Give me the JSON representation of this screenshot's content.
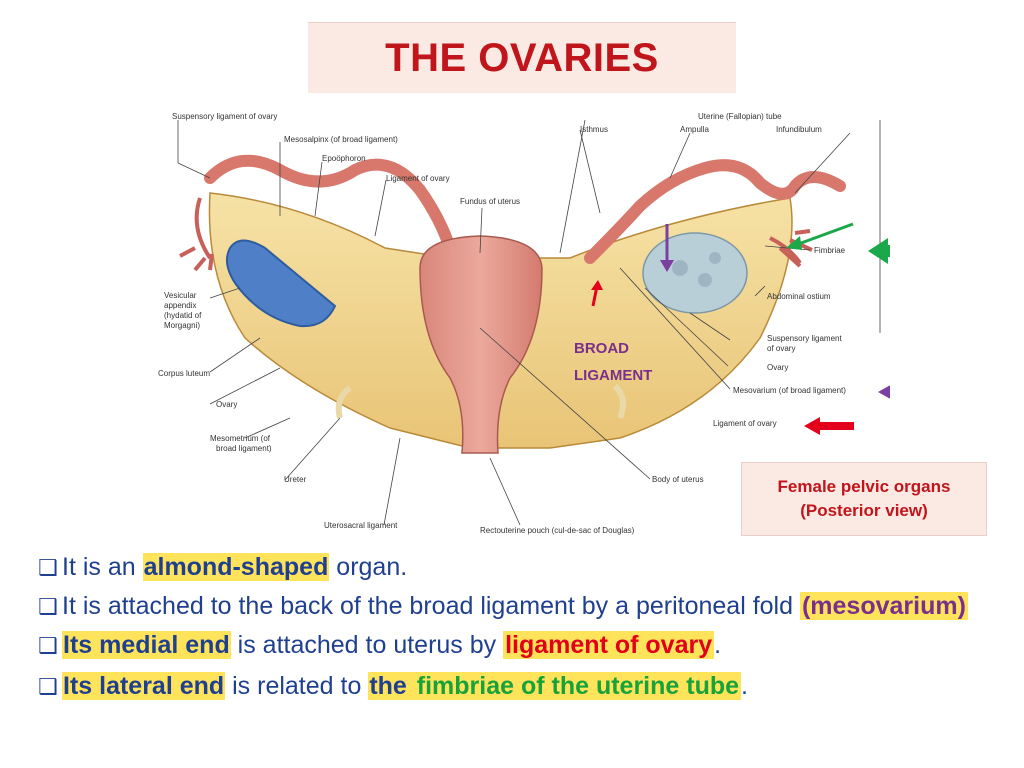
{
  "title": "THE OVARIES",
  "diagram": {
    "labels": {
      "suspensory_ligament_left": "Suspensory ligament of ovary",
      "mesosalpinx": "Mesosalpinx (of broad ligament)",
      "epoophoron": "Epoöphoron",
      "ligament_of_ovary_left": "Ligament of ovary",
      "fundus": "Fundus of uterus",
      "uterine_tube": "Uterine (Fallopian) tube",
      "isthmus": "Isthmus",
      "ampulla": "Ampulla",
      "infundibulum": "Infundibulum",
      "fimbriae": "Fimbriae",
      "abdominal_ostium": "Abdominal ostium",
      "suspensory_ligament_right_1": "Suspensory ligament",
      "suspensory_ligament_right_2": "of ovary",
      "ovary_right": "Ovary",
      "mesovarium": "Mesovarium (of broad ligament)",
      "ligament_of_ovary_right": "Ligament of ovary",
      "vesicular_1": "Vesicular",
      "vesicular_2": "appendix",
      "vesicular_3": "(hydatid of",
      "vesicular_4": "Morgagni)",
      "corpus_luteum": "Corpus luteum",
      "ovary_left": "Ovary",
      "mesometrium_1": "Mesometrium (of",
      "mesometrium_2": "broad ligament)",
      "ureter": "Ureter",
      "body_of_uterus": "Body of uterus",
      "uterosacral": "Uterosacral ligament",
      "rectouterine": "Rectouterine pouch (cul-de-sac of Douglas)"
    },
    "broad_ligament_line1": "BROAD",
    "broad_ligament_line2": "LIGAMENT",
    "colors": {
      "ovary_highlight": "#4f7fc7",
      "arrow_green": "#1aa84a",
      "arrow_purple": "#7b3fa0",
      "arrow_red": "#e2001a"
    }
  },
  "caption": {
    "line1": "Female pelvic organs",
    "line2": "(Posterior view)"
  },
  "bullets": {
    "b1": {
      "pre": "It is an ",
      "hl": "almond-shaped",
      "post": " organ."
    },
    "b2": {
      "pre": "It is attached to the back of the broad ligament by a peritoneal fold ",
      "hl": "(mesovarium)"
    },
    "b3": {
      "hl1": "Its medial end",
      "mid": " is attached to uterus by ",
      "hl2": "ligament of ovary",
      "post": "."
    },
    "b4": {
      "hl1": "Its lateral end",
      "mid": " is related to ",
      "hl2": "the",
      "hl3": " fimbriae of the uterine tube",
      "post": "."
    }
  }
}
